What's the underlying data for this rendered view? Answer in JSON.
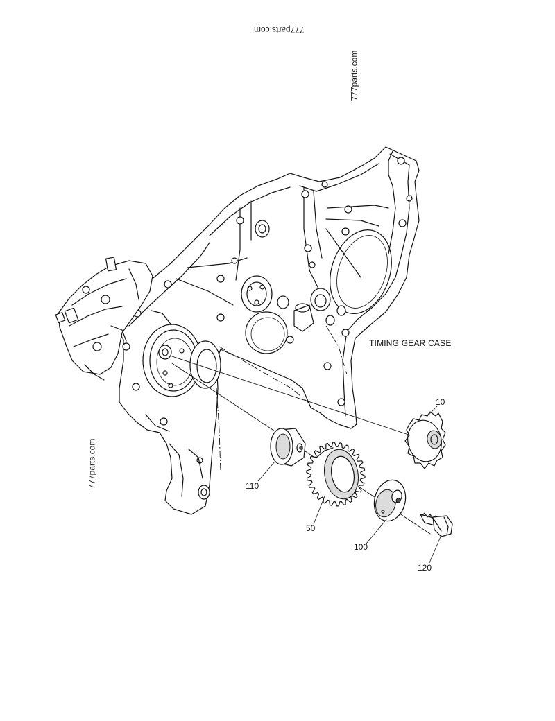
{
  "diagram": {
    "title": "TIMING GEAR CASE",
    "watermark": "777parts.com",
    "parts": [
      {
        "number": "10"
      },
      {
        "number": "110"
      },
      {
        "number": "50"
      },
      {
        "number": "100"
      },
      {
        "number": "120"
      }
    ]
  }
}
